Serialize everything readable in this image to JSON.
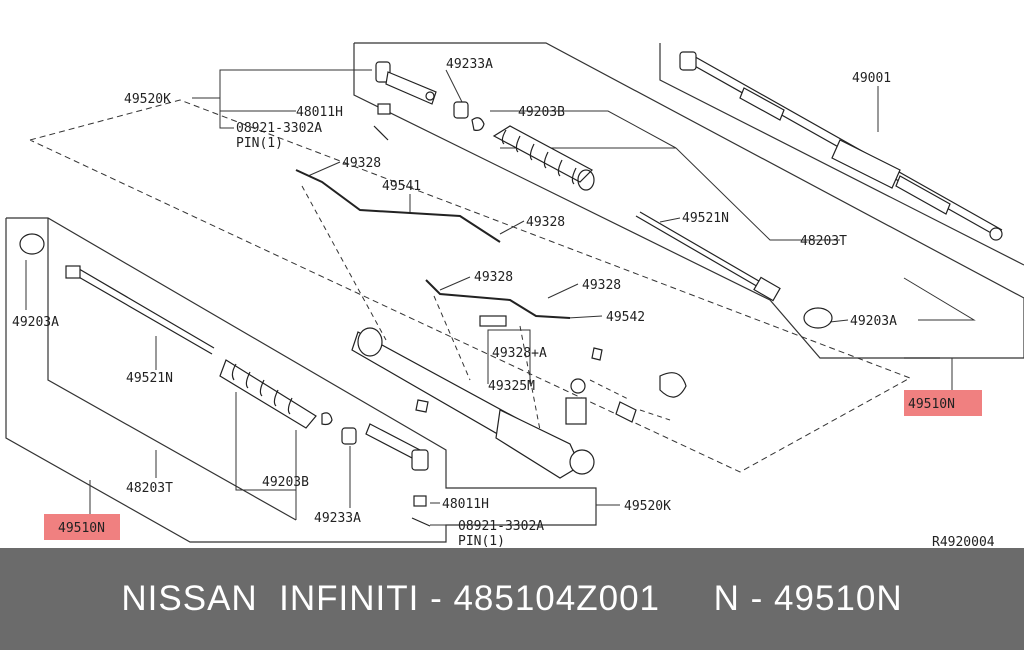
{
  "labels": {
    "rack_assy": "49001",
    "tie_rod_end_top": "49520K",
    "nut_top": "48011H",
    "pin_top": "08921-3302A",
    "pin_top_qty": "PIN(1)",
    "nut2_top": "49233A",
    "clamp_top": "49203B",
    "clamp_band_top": "49203A",
    "inner_socket_top": "49521N",
    "boot_top": "48203T",
    "kit_top": "49510N",
    "tube_49541": "49541",
    "clip_a": "49328",
    "clip_b": "49328",
    "clip_c": "49328",
    "clip_d": "49328",
    "tube_49542": "49542",
    "clip_plus_a": "49328+A",
    "tube_assy_m": "49325M",
    "clamp_band_left": "49203A",
    "inner_socket_left": "49521N",
    "boot_left": "48203T",
    "clamp_left": "49203B",
    "nut2_left": "49233A",
    "kit_left": "49510N",
    "nut_bottom": "48011H",
    "tie_rod_end_bottom": "49520K",
    "pin_bottom": "08921-3302A",
    "pin_bottom_qty": "PIN(1)",
    "ref_code": "R4920004"
  },
  "highlight_color": "#f08080",
  "footer": {
    "text": "NISSAN  INFINITI - 485104Z001     N - 49510N"
  }
}
